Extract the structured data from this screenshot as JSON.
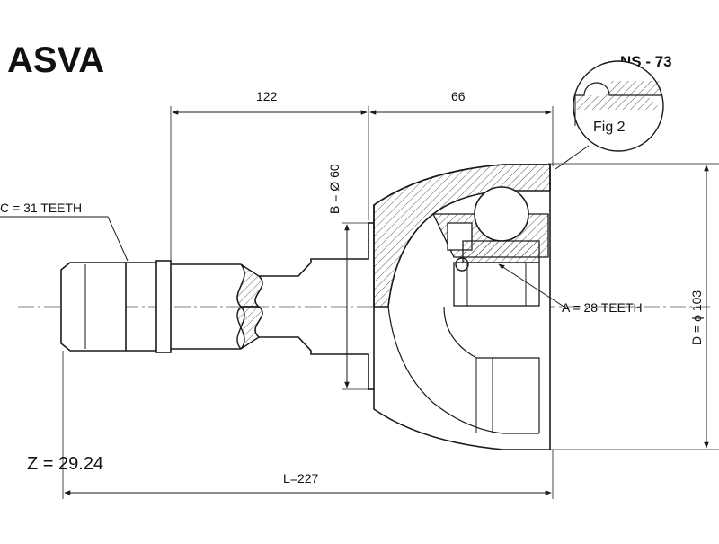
{
  "brand": "ASVA",
  "part_number": "NS - 73",
  "figure_label": "Fig 2",
  "dimensions": {
    "shaft_length": "122",
    "housing_length": "66",
    "total_length": "L=227",
    "bore_diameter": "B = Ø 60",
    "outer_diameter": "D = ϕ 103"
  },
  "splines": {
    "outer_teeth": "C = 31 TEETH",
    "inner_teeth": "A = 28 TEETH"
  },
  "z_value": "Z = 29.24",
  "colors": {
    "line": "#1a1a1a",
    "text": "#111111",
    "background": "#ffffff"
  }
}
